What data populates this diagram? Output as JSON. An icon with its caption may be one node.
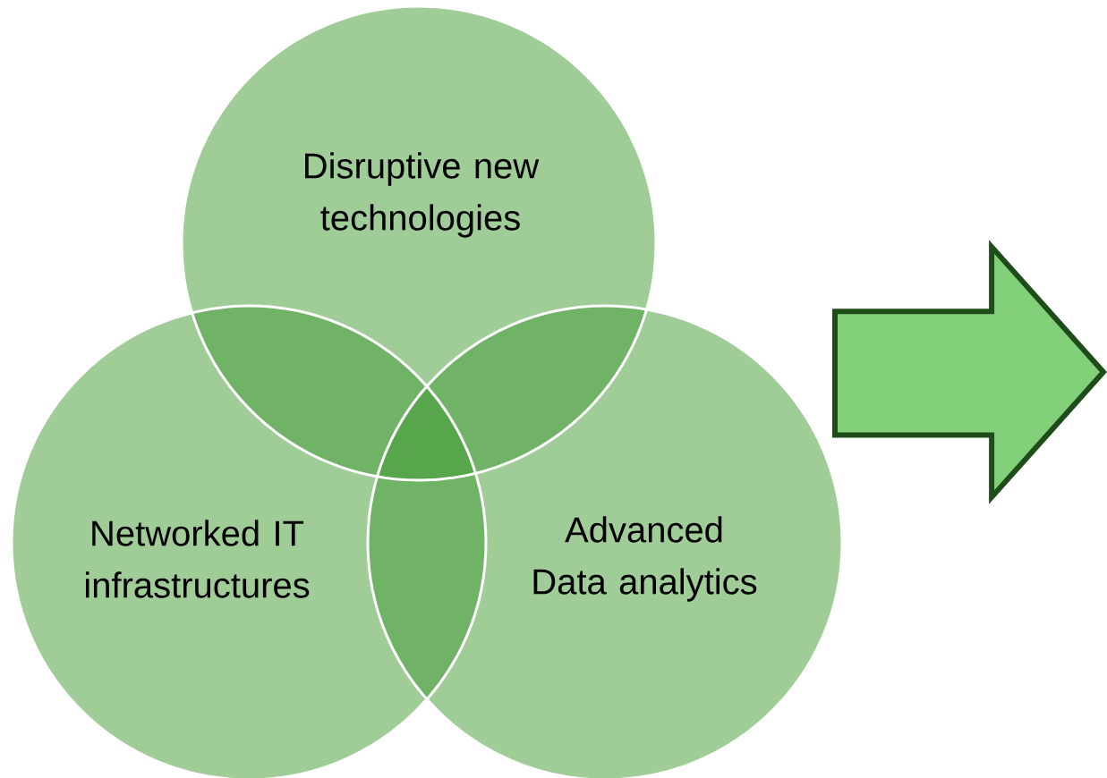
{
  "diagram": {
    "nodes": [
      {
        "text": [
          "Disruptive new technologies"
        ]
      },
      {
        "text": [
          "Networked IT infrastructures"
        ]
      },
      {
        "text": [
          "Advanced Data analytics"
        ]
      },
      {
        "text": [],
        "shape": "arrow"
      }
    ]
  }
}
